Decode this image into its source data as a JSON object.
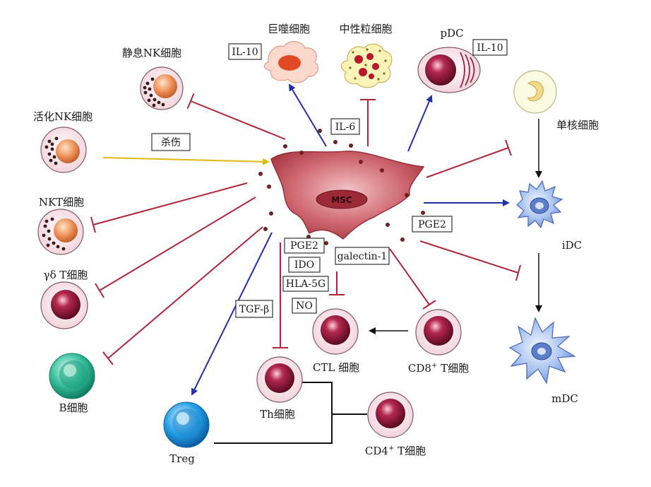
{
  "colors": {
    "inhibit": "#b0253c",
    "activate": "#2230a8",
    "kill": "#e8c21a",
    "arrow_black": "#111111",
    "lymph_outer": "#fbe9ee",
    "lymph_nucleus": "#7d1030",
    "nk_nucleus": "#e98a52",
    "b_cell": "#3cbf9f",
    "treg": "#2aa3e6",
    "dc": "#8fb0e8"
  },
  "center": {
    "label": "MSC"
  },
  "cells": {
    "resting_nk": "静息NK细胞",
    "activated_nk": "活化NK细胞",
    "nkt": "NKT细胞",
    "gd_t": "γδ T细胞",
    "b_cell": "B细胞",
    "treg": "Treg",
    "th": "Th细胞",
    "cd4_t_prefix": "CD4",
    "cd4_t_suffix": " T细胞",
    "ctl": "CTL 细胞",
    "cd8_t_prefix": "CD8",
    "cd8_t_suffix": " T细胞",
    "macrophage": "巨噬细胞",
    "neutrophil": "中性粒细胞",
    "pdc": "pDC",
    "monocyte": "单核细胞",
    "idc": "iDC",
    "mdc": "mDC"
  },
  "factors": {
    "il10_macrophage": "IL-10",
    "il10_pdc": "IL-10",
    "il6": "IL-6",
    "kill": "杀伤",
    "pge2_right": "PGE2",
    "pge2_bottom": "PGE2",
    "ido": "IDO",
    "hla5g": "HLA-5G",
    "no": "NO",
    "galectin": "galectin-1",
    "tgf": "TGF-β"
  }
}
